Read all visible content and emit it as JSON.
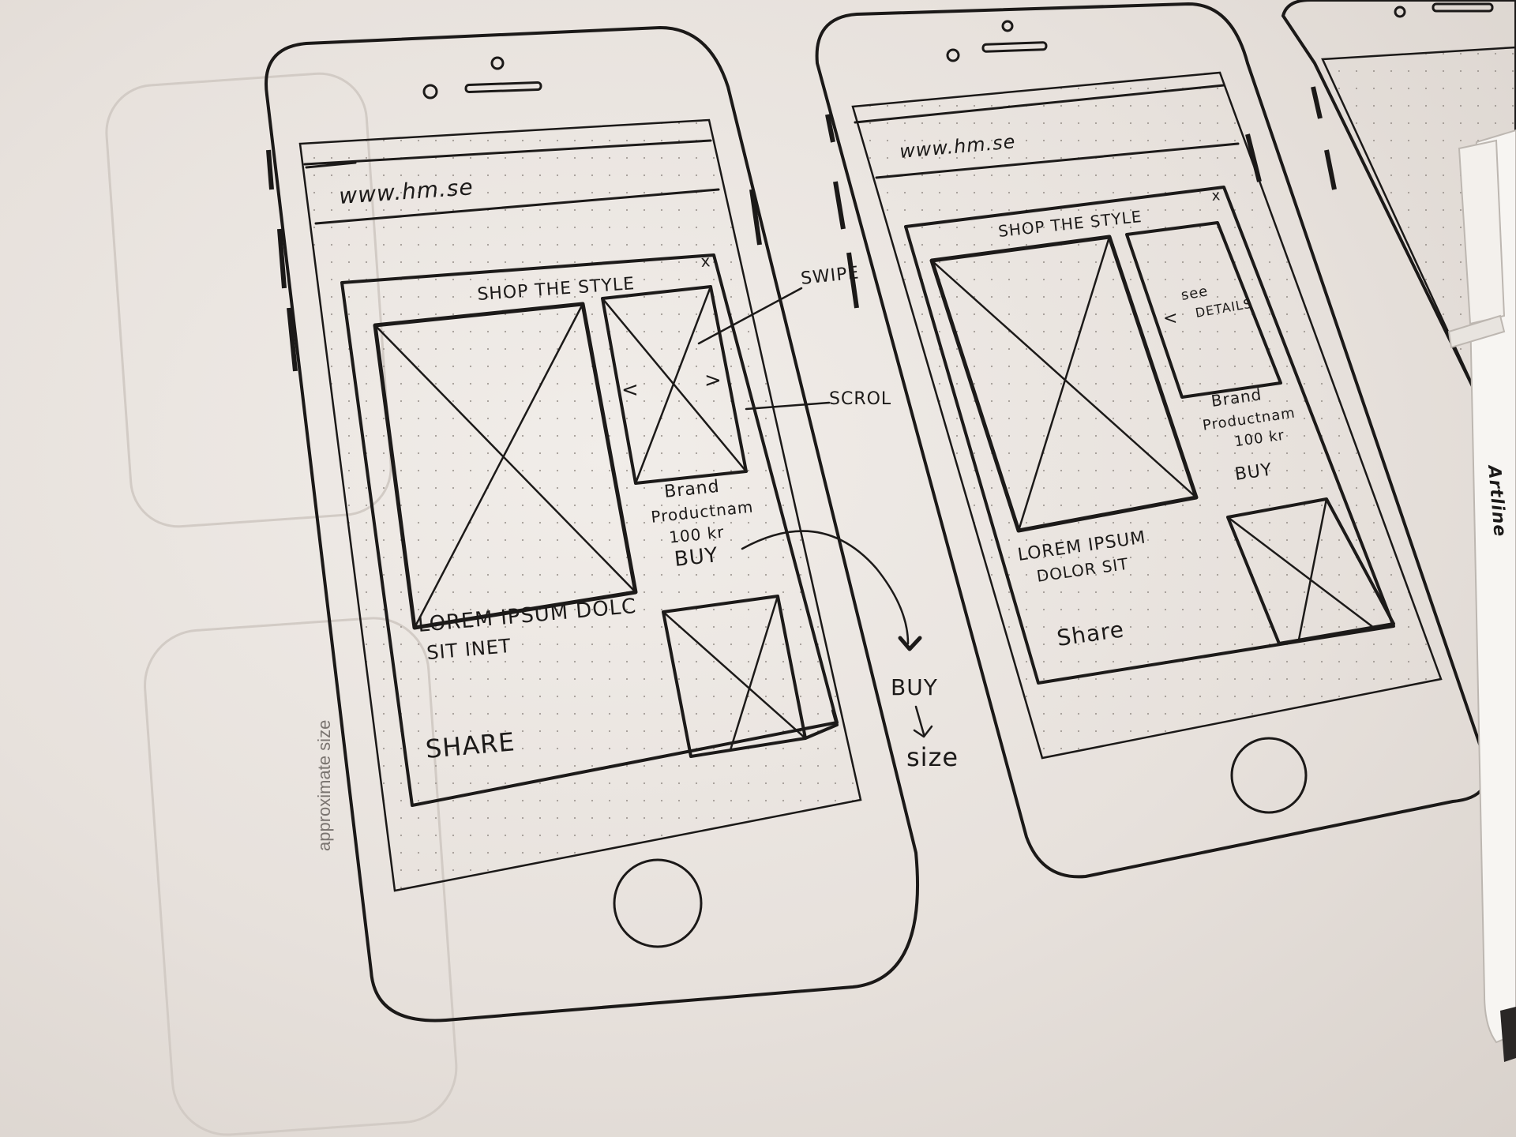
{
  "side_label": "approximate size",
  "phone_left": {
    "url": "www.hm.se",
    "modal_title": "SHOP THE STYLE",
    "close": "x",
    "arrow_left": "<",
    "arrow_right": ">",
    "product_info": [
      "Brand",
      "Productnam",
      "100 kr"
    ],
    "buy": "BUY",
    "lorem": [
      "LOREM IPSUM DOLC",
      "SIT INET"
    ],
    "share": "SHARE"
  },
  "annotations": {
    "swipe": "SWIPE",
    "scrol": "SCROL",
    "buy": "BUY",
    "size": "size"
  },
  "phone_right": {
    "url": "www.hm.se",
    "modal_title": "SHOP THE STYLE",
    "close": "x",
    "see_details": [
      "see",
      "DETAILS"
    ],
    "arrow_left": "<",
    "product_info": [
      "Brand",
      "Productnam",
      "100 kr"
    ],
    "buy": "BUY",
    "lorem": [
      "LOREM IPSUM",
      "DOLOR SIT"
    ],
    "share": "Share"
  },
  "marker": {
    "brand_text": "Artline"
  }
}
